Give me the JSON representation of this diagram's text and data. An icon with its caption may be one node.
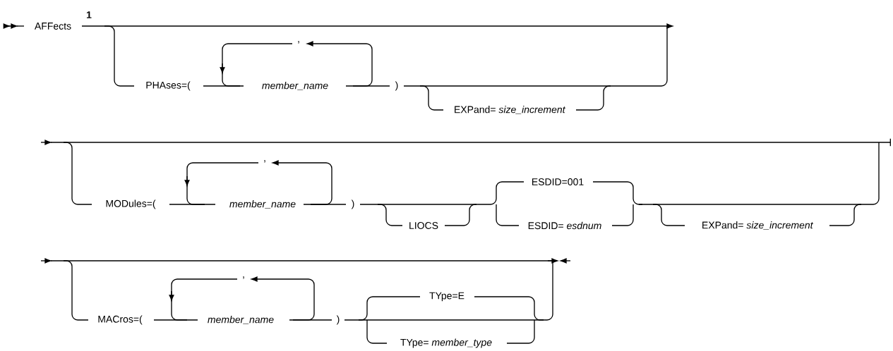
{
  "diagram": {
    "labels": [
      "AFFects",
      "1",
      ",",
      "PHAses=(",
      "member_name",
      ")",
      "EXPand= *size_increment*",
      ",",
      "ESDID=001",
      "MODules=(",
      "member_name",
      ")",
      "LIOCS",
      "ESDID= *esdnum*",
      "EXPand= *size_increment*",
      ",",
      "TYpe=E",
      "MACros=(",
      "member_name",
      ")",
      "TYpe= *member_type*"
    ]
  }
}
